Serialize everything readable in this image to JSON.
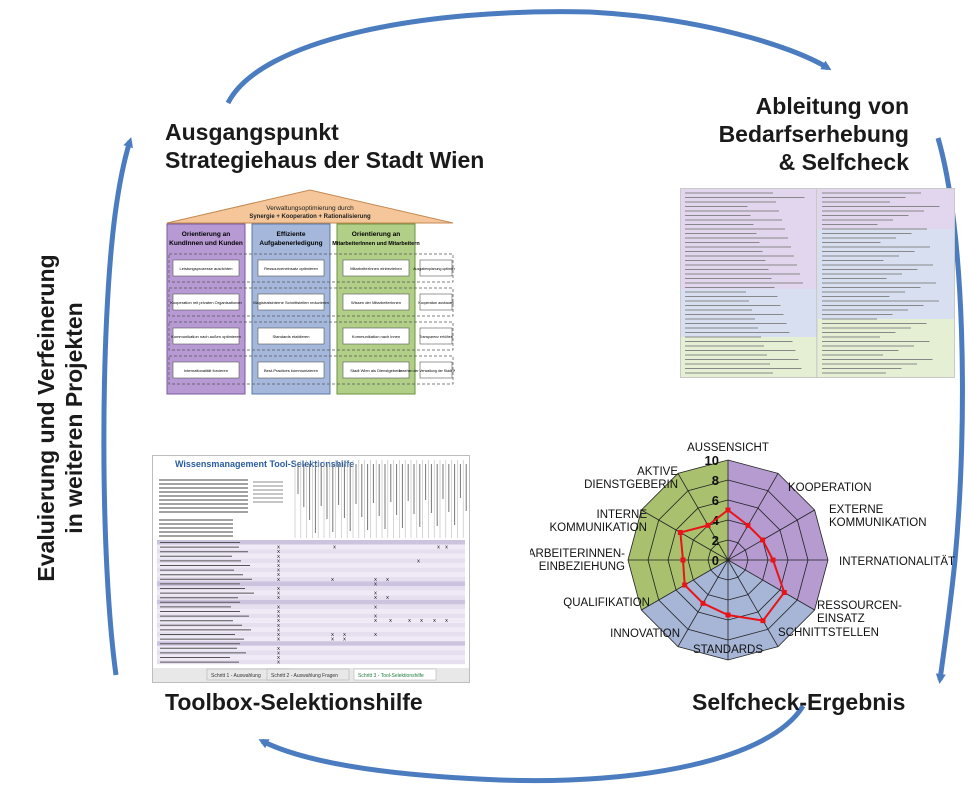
{
  "labels": {
    "top_left_line1": "Ausgangspunkt",
    "top_left_line2": "Strategiehaus der Stadt Wien",
    "top_right_line1": "Ableitung von",
    "top_right_line2": "Bedarfserhebung",
    "top_right_line3": "& Selfcheck",
    "bottom_left": "Toolbox-Selektionshilfe",
    "bottom_right": "Selfcheck-Ergebnis",
    "vertical_line1": "Evaluierung und Verfeinerung",
    "vertical_line2": "in weiteren Projekten"
  },
  "strategy_house": {
    "roof_line1": "Verwaltungsoptimierung durch",
    "roof_line2": "Synergie + Kooperation + Rationalisierung",
    "columns": [
      {
        "title_line1": "Orientierung an",
        "title_line2": "KundInnen und Kunden",
        "boxes": [
          "Leistungsprozesse ausrichten",
          "Kooperation mit privaten Organisationen",
          "Kommunikation nach außen optimieren",
          "Internationalität forcieren"
        ]
      },
      {
        "title_line1": "Effiziente",
        "title_line2": "Aufgabenerledigung",
        "boxes": [
          "Ressourceneinsatz optimieren",
          "Magistratsinterne Schnittstellen reduzieren",
          "Standards etablieren",
          "Best-Practices kommunizieren"
        ]
      },
      {
        "title_line1": "Orientierung an",
        "title_line2": "MitarbeiterInnen und Mitarbeitern",
        "boxes": [
          "MitarbeiterInnen einbeziehen",
          "Wissen der MitarbeiterInnen",
          "Kommunikation nach innen",
          "Stadt Wien als Dienstgeberin"
        ]
      }
    ],
    "side_boxes": [
      "Ausgabenplanung optimieren",
      "Kooperation ausbauen",
      "Transparenz erhöhen",
      "Ansehen der Verwaltung der Stadt Wien pflegen"
    ]
  },
  "toolbox": {
    "title": "Wissensmanagement Tool-Selektionshilfe",
    "tabs": [
      "Schritt 1 - Auswahlung",
      "Schritt 2 - Auswahlung Fragen",
      "Schritt 3 - Tool-Selektionshilfe"
    ],
    "mark": "X"
  },
  "chart_data": {
    "type": "radar",
    "categories": [
      "AUSSENSICHT",
      "KOOPERATION",
      "EXTERNE KOMMUNIKATION",
      "INTERNATIONALITÄT",
      "RESSOURCEN-EINSATZ",
      "SCHNITTSTELLEN",
      "STANDARDS",
      "INNOVATION",
      "QUALIFIKATION",
      "MITARBEITERINNEN-EINBEZIEHUNG",
      "INTERNE KOMMUNIKATION",
      "AKTIVE DIENSTGEBERIN"
    ],
    "values": [
      5,
      4,
      4,
      4.5,
      6.5,
      7,
      5.5,
      5,
      5,
      4.5,
      5.5,
      4
    ],
    "rlim": [
      0,
      10
    ],
    "ticks": [
      0,
      2,
      4,
      6,
      8,
      10
    ],
    "sector_colors": [
      "#b59bd0",
      "#a7b5d6",
      "#a9c06e"
    ],
    "series_color": "#e8141a"
  }
}
